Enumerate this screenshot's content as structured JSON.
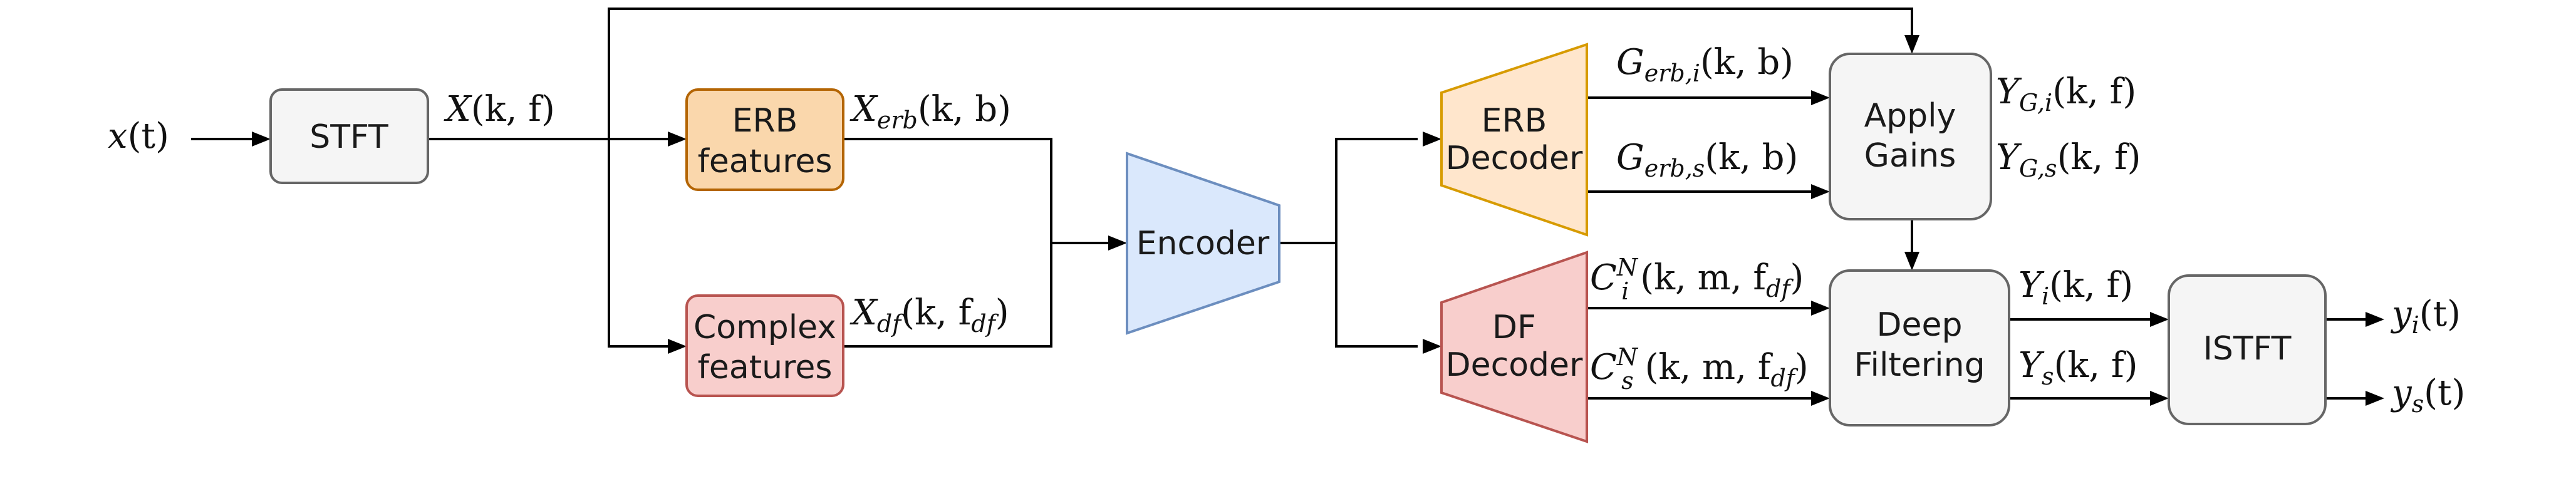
{
  "colors": {
    "stft_fill": "#f5f5f5",
    "stft_stroke": "#666666",
    "erb_feat_fill": "#fad7ac",
    "erb_feat_stroke": "#b46504",
    "cplx_feat_fill": "#f8cecc",
    "cplx_feat_stroke": "#b85450",
    "encoder_fill": "#dae8fc",
    "encoder_stroke": "#6c8ebf",
    "erb_dec_fill": "#ffe6cc",
    "erb_dec_stroke": "#d79b00",
    "df_dec_fill": "#f8cecc",
    "df_dec_stroke": "#b85450",
    "gray_fill": "#f5f5f5",
    "gray_stroke": "#666666"
  },
  "nodes": {
    "stft": "STFT",
    "erb_features": [
      "ERB",
      "features"
    ],
    "complex_features": [
      "Complex",
      "features"
    ],
    "encoder": "Encoder",
    "erb_decoder": [
      "ERB",
      "Decoder"
    ],
    "df_decoder": [
      "DF",
      "Decoder"
    ],
    "apply_gains": [
      "Apply",
      "Gains"
    ],
    "deep_filtering": [
      "Deep",
      "Filtering"
    ],
    "istft": "ISTFT"
  },
  "labels": {
    "input": {
      "base": "x",
      "args": "(t)"
    },
    "stft_out": {
      "base": "X",
      "args": "(k, f)"
    },
    "x_erb": {
      "base": "X",
      "sub": "erb",
      "args": "(k, b)"
    },
    "x_df": {
      "base": "X",
      "sub": "df",
      "args_pre": "(k, f",
      "args_sub": "df",
      "args_post": ")"
    },
    "g_erb_i": {
      "base": "G",
      "sub": "erb,i",
      "args": "(k, b)"
    },
    "g_erb_s": {
      "base": "G",
      "sub": "erb,s",
      "args": "(k, b)"
    },
    "c_i": {
      "base": "C",
      "sub": "i",
      "sup": "N",
      "args_pre": "(k, m, f",
      "args_sub": "df",
      "args_post": ")"
    },
    "c_s": {
      "base": "C",
      "sub": "s",
      "sup": "N",
      "args_pre": "(k, m, f",
      "args_sub": "df",
      "args_post": ")"
    },
    "y_g_i": {
      "base": "Y",
      "sub": "G,i",
      "args": "(k, f)"
    },
    "y_g_s": {
      "base": "Y",
      "sub": "G,s",
      "args": "(k, f)"
    },
    "y_i_kf": {
      "base": "Y",
      "sub": "i",
      "args": "(k, f)"
    },
    "y_s_kf": {
      "base": "Y",
      "sub": "s",
      "args": "(k, f)"
    },
    "out_i": {
      "base": "y",
      "sub": "i",
      "args": "(t)"
    },
    "out_s": {
      "base": "y",
      "sub": "s",
      "args": "(t)"
    }
  }
}
